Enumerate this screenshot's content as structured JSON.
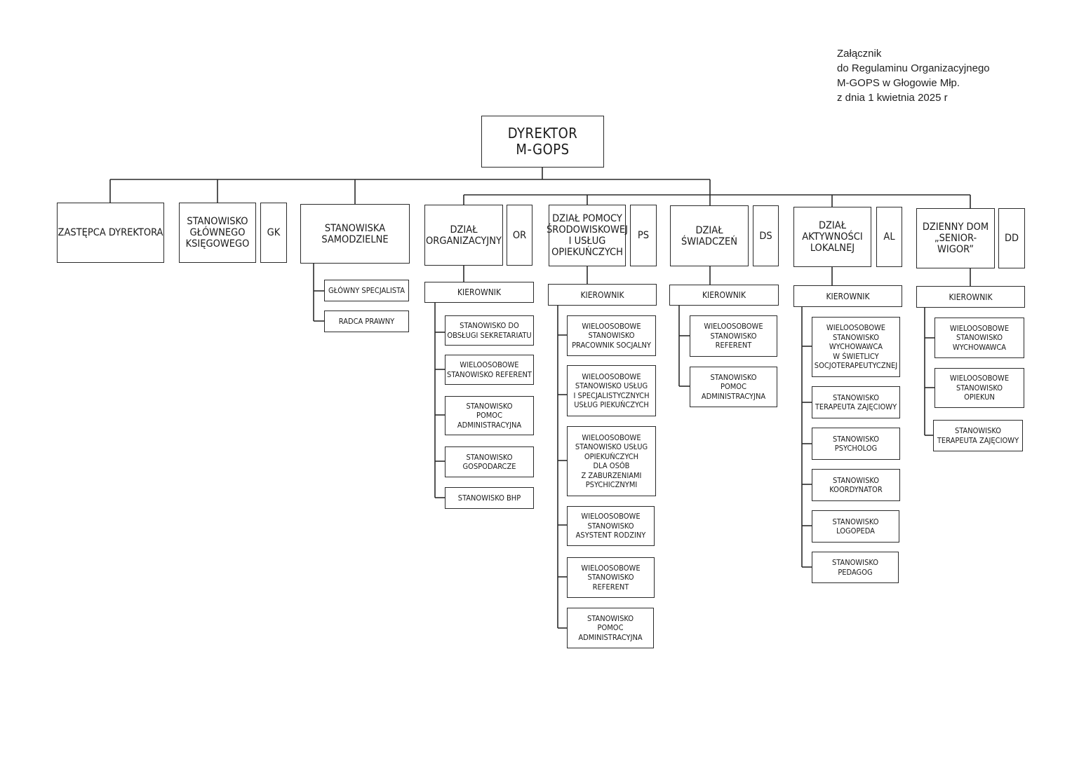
{
  "header": {
    "line1": "Załącznik",
    "line2": "do Regulaminu Organizacyjnego",
    "line3": "M-GOPS w Głogowie Młp.",
    "line4": "z dnia 1 kwietnia 2025 r"
  },
  "director": "DYREKTOR\nM-GOPS",
  "top_units": {
    "deputy": "ZASTĘPCA DYREKTORA",
    "chief_accountant": "STANOWISKO\nGŁÓWNEGO\nKSIĘGOWEGO",
    "chief_accountant_code": "GK",
    "independent": "STANOWISKA\nSAMODZIELNE",
    "independent_items": [
      "GŁÓWNY SPECJALISTA",
      "RADCA PRAWNY"
    ]
  },
  "departments": [
    {
      "name": "DZIAŁ\nORGANIZACYJNY",
      "code": "OR",
      "manager": "KIEROWNIK",
      "positions": [
        "STANOWISKO DO\nOBSŁUGI SEKRETARIATU",
        "WIELOOSOBOWE\nSTANOWISKO REFERENT",
        "STANOWISKO\nPOMOC\nADMINISTRACYJNA",
        "STANOWISKO\nGOSPODARCZE",
        "STANOWISKO BHP"
      ]
    },
    {
      "name": "DZIAŁ POMOCY\nŚRODOWISKOWEJ\nI USŁUG\nOPIEKUŃCZYCH",
      "code": "PS",
      "manager": "KIEROWNIK",
      "positions": [
        "WIELOOSOBOWE\nSTANOWISKO\nPRACOWNIK SOCJALNY",
        "WIELOOSOBOWE\nSTANOWISKO USŁUG\nI SPECJALISTYCZNYCH\nUSŁUG PIEKUŃCZYCH",
        "WIELOOSOBOWE\nSTANOWISKO USŁUG\nOPIEKUŃCZYCH\nDLA OSÓB\nZ ZABURZENIAMI\nPSYCHICZNYMI",
        "WIELOOSOBOWE\nSTANOWISKO\nASYSTENT RODZINY",
        "WIELOOSOBOWE\nSTANOWISKO\nREFERENT",
        "STANOWISKO\nPOMOC\nADMINISTRACYJNA"
      ]
    },
    {
      "name": "DZIAŁ\nŚWIADCZEŃ",
      "code": "DS",
      "manager": "KIEROWNIK",
      "positions": [
        "WIELOOSOBOWE\nSTANOWISKO\nREFERENT",
        "STANOWISKO\nPOMOC\nADMINISTRACYJNA"
      ]
    },
    {
      "name": "DZIAŁ\nAKTYWNOŚCI\nLOKALNEJ",
      "code": "AL",
      "manager": "KIEROWNIK",
      "positions": [
        "WIELOOSOBOWE\nSTANOWISKO\nWYCHOWAWCA\nW ŚWIETLICY\nSOCJOTERAPEUTYCZNEJ",
        "STANOWISKO\nTERAPEUTA ZAJĘCIOWY",
        "STANOWISKO\nPSYCHOLOG",
        "STANOWISKO\nKOORDYNATOR",
        "STANOWISKO\nLOGOPEDA",
        "STANOWISKO\nPEDAGOG"
      ]
    },
    {
      "name": "DZIENNY DOM\n„SENIOR-WIGOR”",
      "code": "DD",
      "manager": "KIEROWNIK",
      "positions": [
        "WIELOOSOBOWE\nSTANOWISKO\nWYCHOWAWCA",
        "WIELOOSOBOWE\nSTANOWISKO\nOPIEKUN",
        "STANOWISKO\nTERAPEUTA ZAJĘCIOWY"
      ]
    }
  ]
}
